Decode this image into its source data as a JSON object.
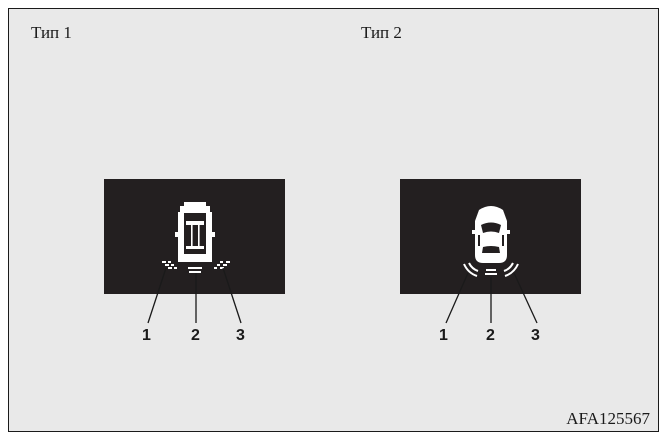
{
  "panels": [
    {
      "title": "Тип 1",
      "callouts": [
        "1",
        "2",
        "3"
      ]
    },
    {
      "title": "Тип 2",
      "callouts": [
        "1",
        "2",
        "3"
      ]
    }
  ],
  "figure_code": "AFA125567",
  "colors": {
    "background": "#e9e9e9",
    "display": "#231f20",
    "icon": "#ffffff",
    "line": "#1a1a1a"
  },
  "icons": [
    "car-icon-pixelated",
    "car-icon-rounded",
    "sensor-wave-icon"
  ]
}
